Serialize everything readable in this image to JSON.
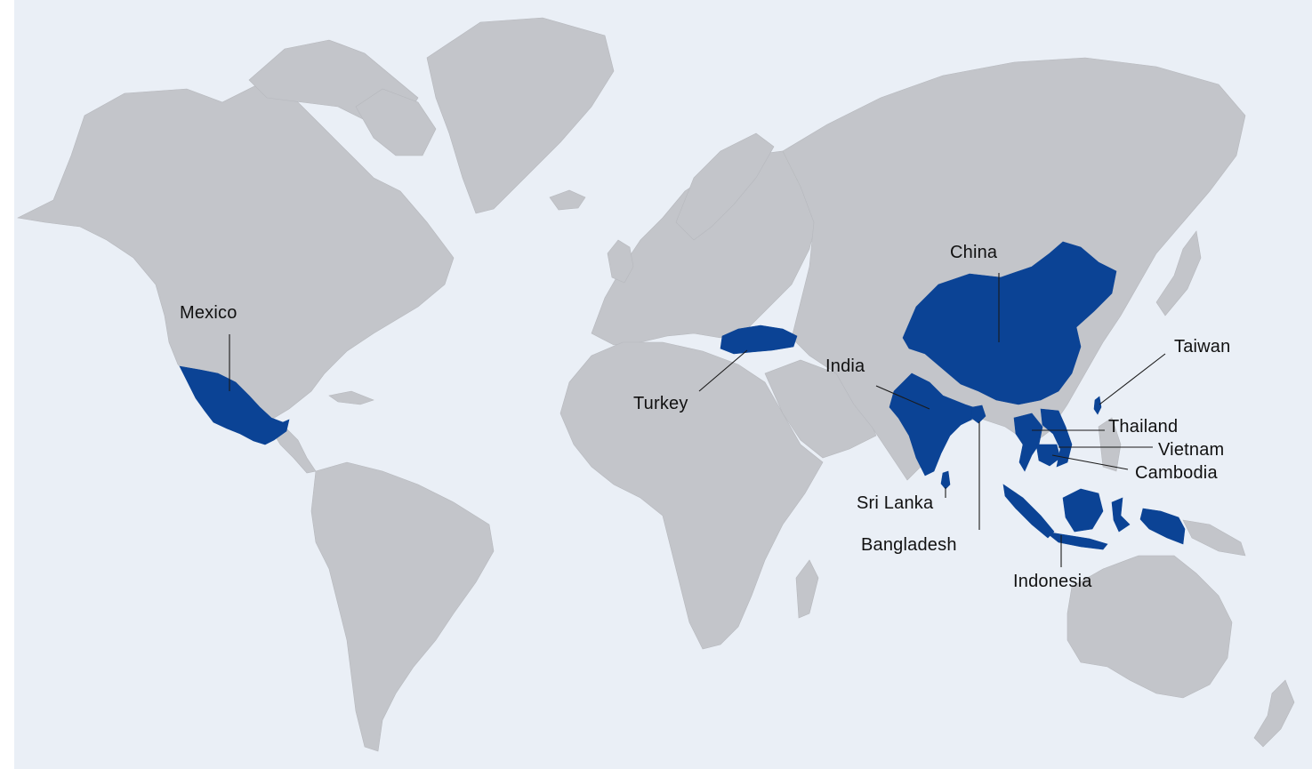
{
  "map": {
    "colors": {
      "background": "#eaeff6",
      "land": "#c3c5ca",
      "highlight": "#0b4395",
      "label": "#111111"
    },
    "labels": {
      "mexico": "Mexico",
      "turkey": "Turkey",
      "india": "India",
      "china": "China",
      "taiwan": "Taiwan",
      "thailand": "Thailand",
      "vietnam": "Vietnam",
      "cambodia": "Cambodia",
      "sri_lanka": "Sri Lanka",
      "bangladesh": "Bangladesh",
      "indonesia": "Indonesia"
    }
  }
}
